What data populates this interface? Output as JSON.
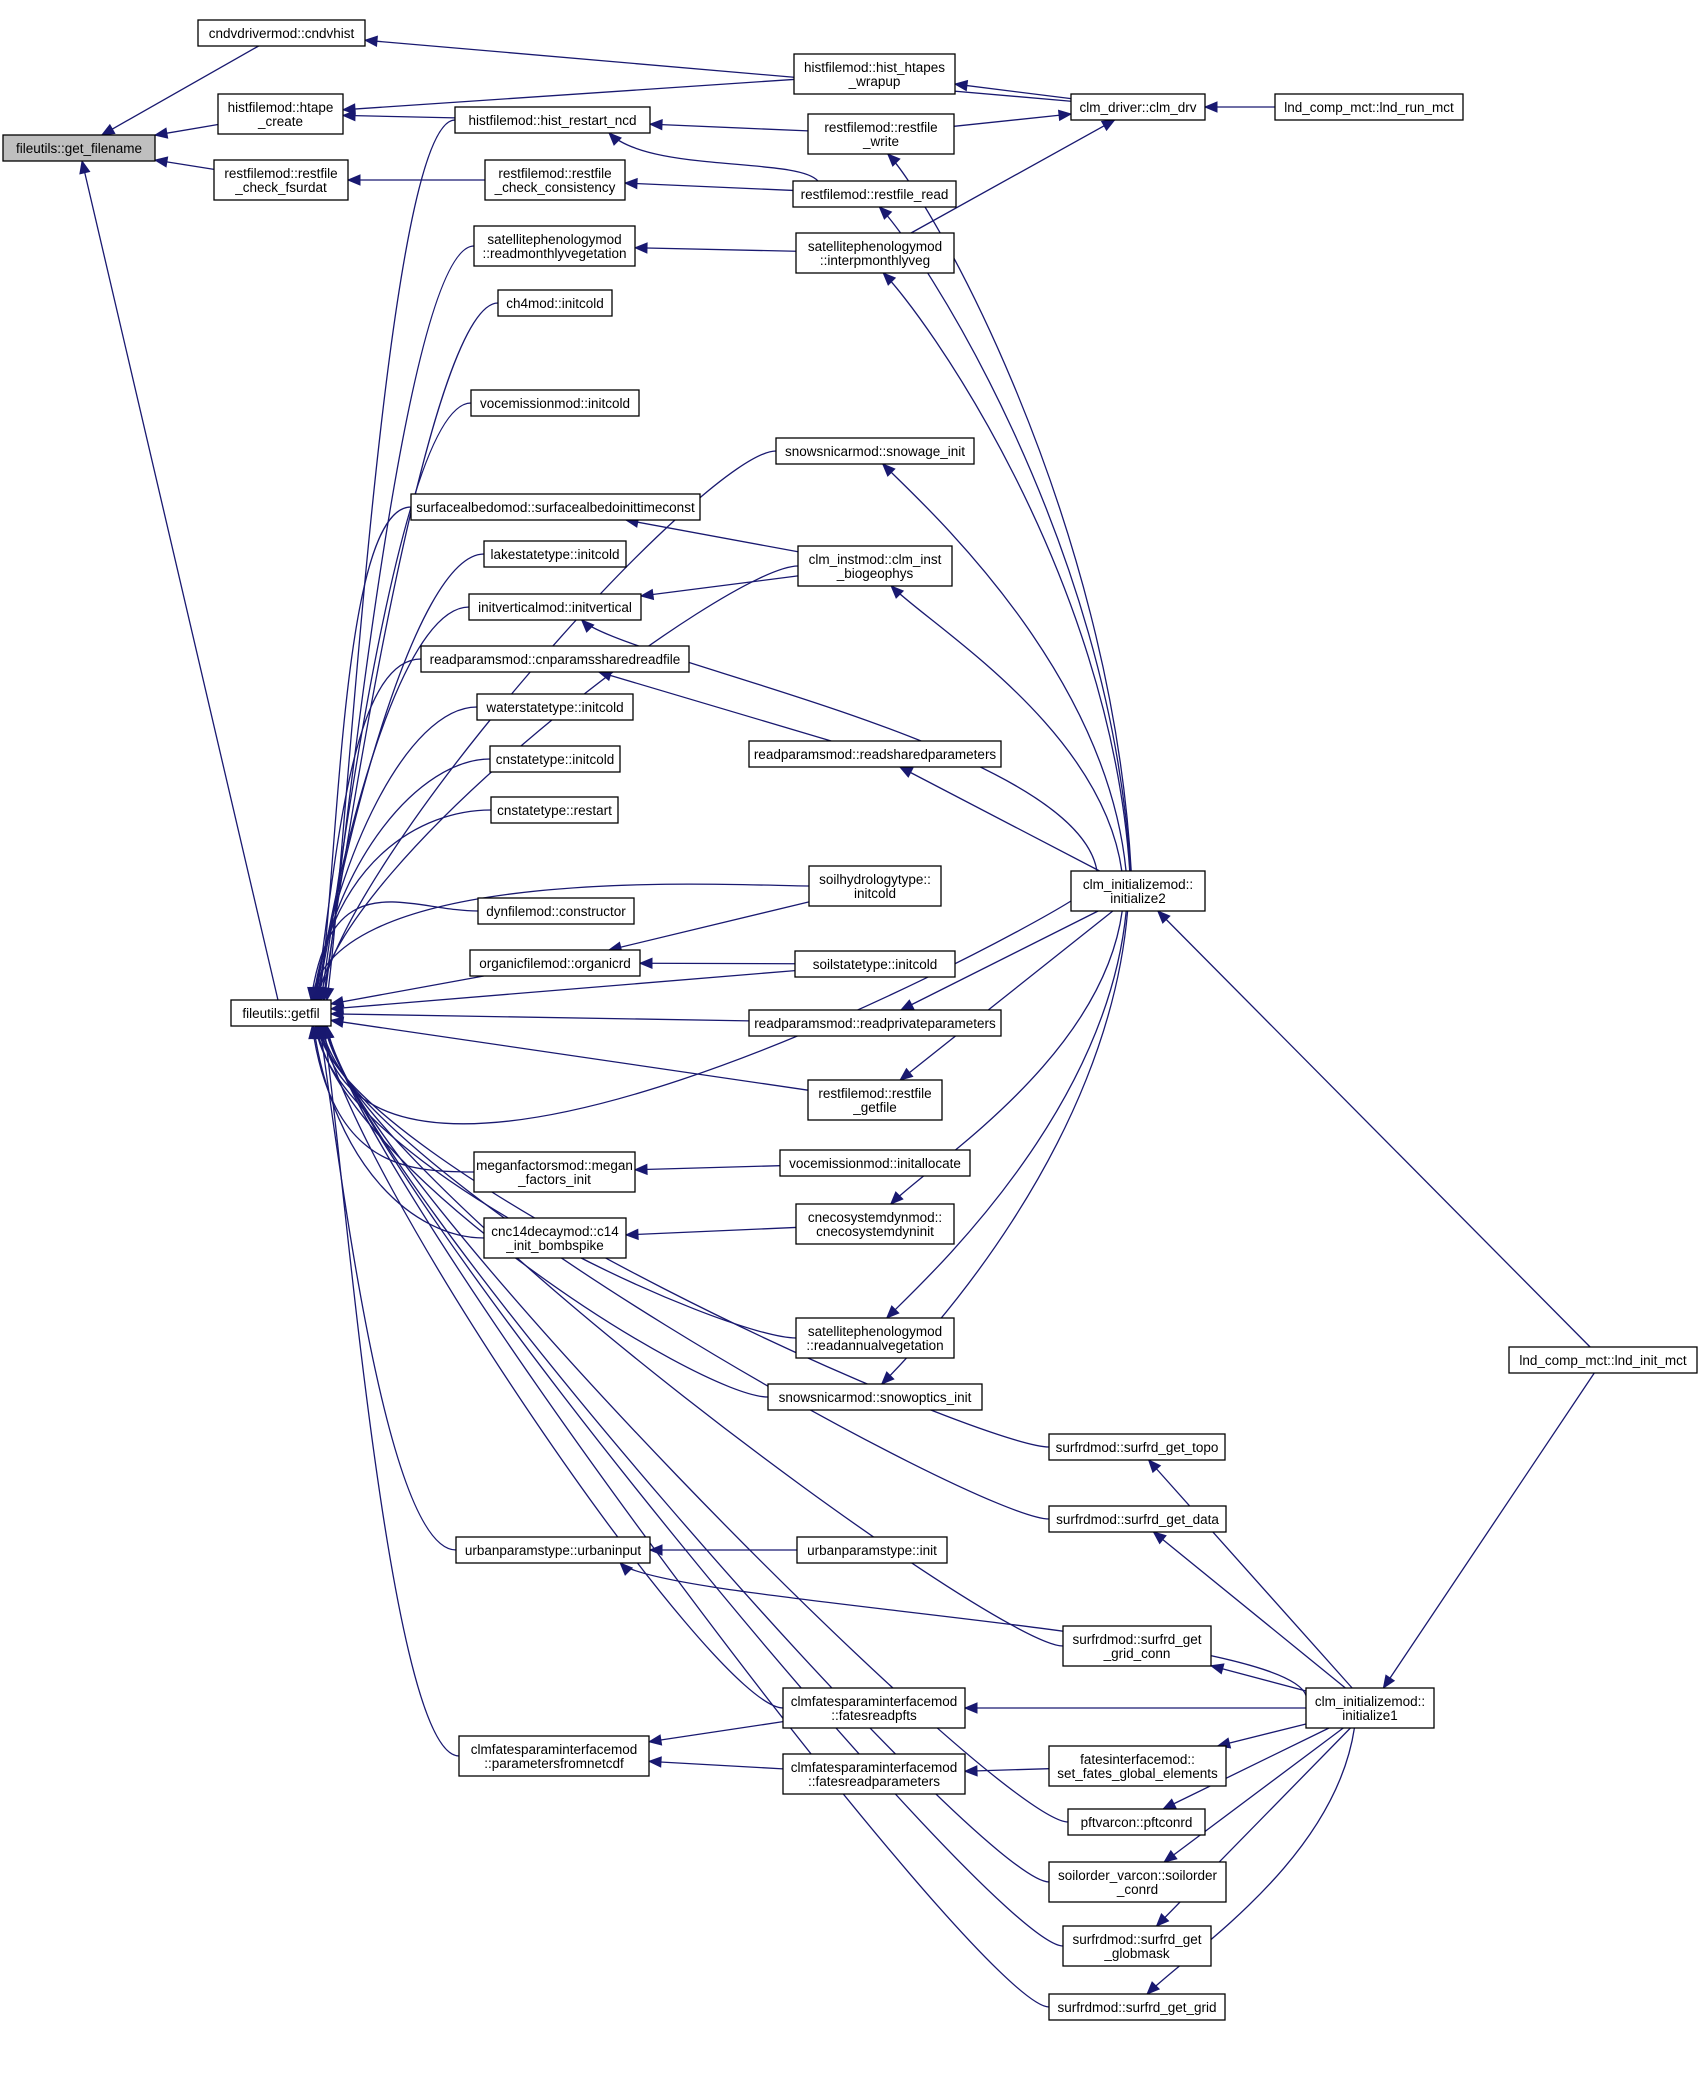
{
  "diagram": {
    "type": "call-graph",
    "colors": {
      "edge": "#191970",
      "node_border": "#000000",
      "root_fill": "#bfbfbf",
      "node_fill": "#ffffff"
    },
    "nodes": [
      {
        "id": "get_filename",
        "label": [
          "fileutils::get_filename"
        ],
        "root": true
      },
      {
        "id": "cndvhist",
        "label": [
          "cndvdrivermod::cndvhist"
        ]
      },
      {
        "id": "htape_create",
        "label": [
          "histfilemod::htape",
          "_create"
        ]
      },
      {
        "id": "restfile_check_fsurdat",
        "label": [
          "restfilemod::restfile",
          "_check_fsurdat"
        ]
      },
      {
        "id": "getfil",
        "label": [
          "fileutils::getfil"
        ]
      },
      {
        "id": "hist_htapes_wrapup",
        "label": [
          "histfilemod::hist_htapes",
          "_wrapup"
        ]
      },
      {
        "id": "clm_drv",
        "label": [
          "clm_driver::clm_drv"
        ]
      },
      {
        "id": "lnd_run_mct",
        "label": [
          "lnd_comp_mct::lnd_run_mct"
        ]
      },
      {
        "id": "hist_restart_ncd",
        "label": [
          "histfilemod::hist_restart_ncd"
        ]
      },
      {
        "id": "restfile_write",
        "label": [
          "restfilemod::restfile",
          "_write"
        ]
      },
      {
        "id": "restfile_check_consistency",
        "label": [
          "restfilemod::restfile",
          "_check_consistency"
        ]
      },
      {
        "id": "restfile_read",
        "label": [
          "restfilemod::restfile_read"
        ]
      },
      {
        "id": "readmonthlyvegetation",
        "label": [
          "satellitephenologymod",
          "::readmonthlyvegetation"
        ]
      },
      {
        "id": "interpmonthlyveg",
        "label": [
          "satellitephenologymod",
          "::interpmonthlyveg"
        ]
      },
      {
        "id": "ch4_initcold",
        "label": [
          "ch4mod::initcold"
        ]
      },
      {
        "id": "vocemission_initcold",
        "label": [
          "vocemissionmod::initcold"
        ]
      },
      {
        "id": "snowage_init",
        "label": [
          "snowsnicarmod::snowage_init"
        ]
      },
      {
        "id": "surfacealbedoinittimeconst",
        "label": [
          "surfacealbedomod::surfacealbedoinittimeconst"
        ]
      },
      {
        "id": "lakestate_initcold",
        "label": [
          "lakestatetype::initcold"
        ]
      },
      {
        "id": "clm_inst_biogeophys",
        "label": [
          "clm_instmod::clm_inst",
          "_biogeophys"
        ]
      },
      {
        "id": "initvertical",
        "label": [
          "initverticalmod::initvertical"
        ]
      },
      {
        "id": "cnparamssharedreadfile",
        "label": [
          "readparamsmod::cnparamssharedreadfile"
        ]
      },
      {
        "id": "waterstate_initcold",
        "label": [
          "waterstatetype::initcold"
        ]
      },
      {
        "id": "readsharedparameters",
        "label": [
          "readparamsmod::readsharedparameters"
        ]
      },
      {
        "id": "cnstate_initcold",
        "label": [
          "cnstatetype::initcold"
        ]
      },
      {
        "id": "cnstate_restart",
        "label": [
          "cnstatetype::restart"
        ]
      },
      {
        "id": "soilhydrology_initcold",
        "label": [
          "soilhydrologytype::",
          "initcold"
        ]
      },
      {
        "id": "initialize2",
        "label": [
          "clm_initializemod::",
          "initialize2"
        ]
      },
      {
        "id": "dynfile_constructor",
        "label": [
          "dynfilemod::constructor"
        ]
      },
      {
        "id": "organicrd",
        "label": [
          "organicfilemod::organicrd"
        ]
      },
      {
        "id": "soilstate_initcold",
        "label": [
          "soilstatetype::initcold"
        ]
      },
      {
        "id": "readprivateparameters",
        "label": [
          "readparamsmod::readprivateparameters"
        ]
      },
      {
        "id": "restfile_getfile",
        "label": [
          "restfilemod::restfile",
          "_getfile"
        ]
      },
      {
        "id": "megan_factors_init",
        "label": [
          "meganfactorsmod::megan",
          "_factors_init"
        ]
      },
      {
        "id": "initallocate",
        "label": [
          "vocemissionmod::initallocate"
        ]
      },
      {
        "id": "c14_init_bombspike",
        "label": [
          "cnc14decaymod::c14",
          "_init_bombspike"
        ]
      },
      {
        "id": "cnecosystemdyninit",
        "label": [
          "cnecosystemdynmod::",
          "cnecosystemdyninit"
        ]
      },
      {
        "id": "readannualvegetation",
        "label": [
          "satellitephenologymod",
          "::readannualvegetation"
        ]
      },
      {
        "id": "lnd_init_mct",
        "label": [
          "lnd_comp_mct::lnd_init_mct"
        ]
      },
      {
        "id": "snowoptics_init",
        "label": [
          "snowsnicarmod::snowoptics_init"
        ]
      },
      {
        "id": "surfrd_get_topo",
        "label": [
          "surfrdmod::surfrd_get_topo"
        ]
      },
      {
        "id": "surfrd_get_data",
        "label": [
          "surfrdmod::surfrd_get_data"
        ]
      },
      {
        "id": "urbaninput",
        "label": [
          "urbanparamstype::urbaninput"
        ]
      },
      {
        "id": "urbanparams_init",
        "label": [
          "urbanparamstype::init"
        ]
      },
      {
        "id": "surfrd_get_grid_conn",
        "label": [
          "surfrdmod::surfrd_get",
          "_grid_conn"
        ]
      },
      {
        "id": "fatesreadpfts",
        "label": [
          "clmfatesparaminterfacemod",
          "::fatesreadpfts"
        ]
      },
      {
        "id": "initialize1",
        "label": [
          "clm_initializemod::",
          "initialize1"
        ]
      },
      {
        "id": "parametersfromnetcdf",
        "label": [
          "clmfatesparaminterfacemod",
          "::parametersfromnetcdf"
        ]
      },
      {
        "id": "fatesreadparameters",
        "label": [
          "clmfatesparaminterfacemod",
          "::fatesreadparameters"
        ]
      },
      {
        "id": "set_fates_global_elements",
        "label": [
          "fatesinterfacemod::",
          "set_fates_global_elements"
        ]
      },
      {
        "id": "pftconrd",
        "label": [
          "pftvarcon::pftconrd"
        ]
      },
      {
        "id": "soilorder_conrd",
        "label": [
          "soilorder_varcon::soilorder",
          "_conrd"
        ]
      },
      {
        "id": "surfrd_get_globmask",
        "label": [
          "surfrdmod::surfrd_get",
          "_globmask"
        ]
      },
      {
        "id": "surfrd_get_grid",
        "label": [
          "surfrdmod::surfrd_get_grid"
        ]
      }
    ]
  }
}
